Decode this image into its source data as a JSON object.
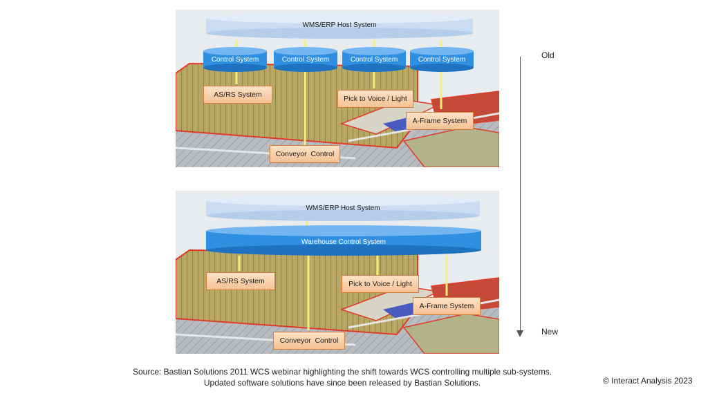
{
  "top_diagram": {
    "host": "WMS/ERP Host System",
    "controls": [
      "Control System",
      "Control System",
      "Control System",
      "Control System"
    ],
    "subsystems": {
      "asrs": "AS/RS System",
      "pick": "Pick to Voice / Light",
      "aframe": "A-Frame System",
      "conveyor": "Conveyor  Control"
    }
  },
  "bottom_diagram": {
    "host": "WMS/ERP Host System",
    "wcs": "Warehouse Control System",
    "subsystems": {
      "asrs": "AS/RS System",
      "pick": "Pick to Voice / Light",
      "aframe": "A-Frame System",
      "conveyor": "Conveyor  Control"
    }
  },
  "timeline": {
    "old": "Old",
    "new": "New"
  },
  "caption": {
    "line1": "Source: Bastian Solutions 2011 WCS webinar highlighting the shift towards WCS controlling multiple sub-systems.",
    "line2": "Updated software solutions have since been released by Bastian Solutions."
  },
  "copyright": "© Interact Analysis 2023",
  "colors": {
    "cylinder": "#2f8fe0",
    "host": "#c9dcf2",
    "arrow": "#f5ee7a",
    "outline": "#e03a2a"
  }
}
